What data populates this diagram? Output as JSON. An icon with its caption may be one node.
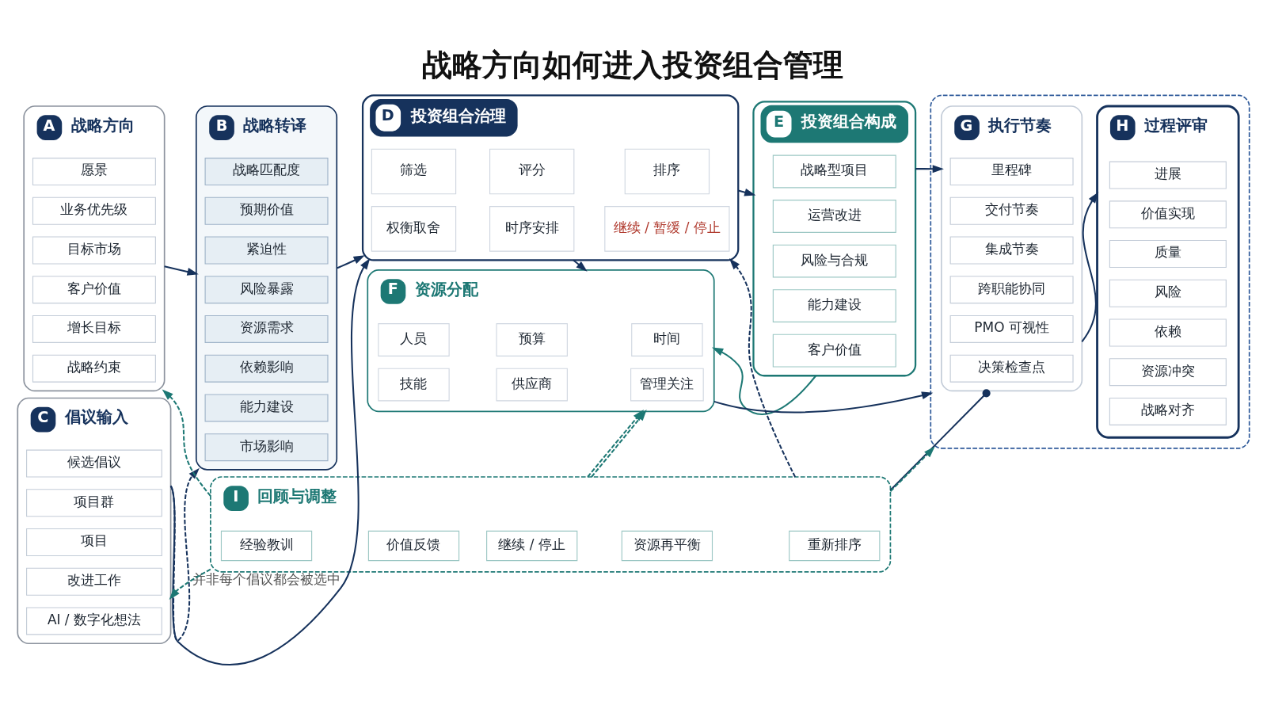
{
  "diagram": {
    "title": "战略方向如何进入投资组合管理",
    "nodes": [
      {
        "text": [
          "A",
          "战略方向"
        ]
      },
      {
        "text": [
          "愿景"
        ],
        "in": 0
      },
      {
        "text": [
          "业务优先级"
        ],
        "in": 0
      },
      {
        "text": [
          "目标市场"
        ],
        "in": 0
      },
      {
        "text": [
          "客户价值"
        ],
        "in": 0
      },
      {
        "text": [
          "增长目标"
        ],
        "in": 0
      },
      {
        "text": [
          "战略约束"
        ],
        "in": 0
      },
      {
        "text": [
          "B",
          "战略转译"
        ]
      },
      {
        "text": [
          "战略匹配度"
        ],
        "in": 7
      },
      {
        "text": [
          "预期价值"
        ],
        "in": 7
      },
      {
        "text": [
          "紧迫性"
        ],
        "in": 7
      },
      {
        "text": [
          "风险暴露"
        ],
        "in": 7
      },
      {
        "text": [
          "资源需求"
        ],
        "in": 7
      },
      {
        "text": [
          "依赖影响"
        ],
        "in": 7
      },
      {
        "text": [
          "能力建设"
        ],
        "in": 7
      },
      {
        "text": [
          "市场影响"
        ],
        "in": 7
      },
      {
        "text": [
          "C",
          "倡议输入"
        ]
      },
      {
        "text": [
          "候选倡议"
        ],
        "in": 16
      },
      {
        "text": [
          "项目群"
        ],
        "in": 16
      },
      {
        "text": [
          "项目"
        ],
        "in": 16
      },
      {
        "text": [
          "改进工作"
        ],
        "in": 16
      },
      {
        "text": [
          "AI / 数字化想法"
        ],
        "in": 16
      },
      {
        "text": [
          "D",
          "投资组合治理"
        ]
      },
      {
        "text": [
          "筛选"
        ],
        "in": 22
      },
      {
        "text": [
          "评分"
        ],
        "in": 22
      },
      {
        "text": [
          "排序"
        ],
        "in": 22
      },
      {
        "text": [
          "权衡取舍"
        ],
        "in": 22
      },
      {
        "text": [
          "时序安排"
        ],
        "in": 22
      },
      {
        "text": [
          "继续 / 暂缓 / 停止"
        ],
        "in": 22
      },
      {
        "text": [
          "E",
          "投资组合构成"
        ]
      },
      {
        "text": [
          "战略型项目"
        ],
        "in": 29
      },
      {
        "text": [
          "运营改进"
        ],
        "in": 29
      },
      {
        "text": [
          "风险与合规"
        ],
        "in": 29
      },
      {
        "text": [
          "能力建设"
        ],
        "in": 29
      },
      {
        "text": [
          "客户价值"
        ],
        "in": 29
      },
      {
        "text": [
          "F",
          "资源分配"
        ]
      },
      {
        "text": [
          "人员"
        ],
        "in": 35
      },
      {
        "text": [
          "预算"
        ],
        "in": 35
      },
      {
        "text": [
          "时间"
        ],
        "in": 35
      },
      {
        "text": [
          "技能"
        ],
        "in": 35
      },
      {
        "text": [
          "供应商"
        ],
        "in": 35
      },
      {
        "text": [
          "管理关注"
        ],
        "in": 35
      },
      {
        "text": [],
        "shape": "box"
      },
      {
        "text": [
          "G",
          "执行节奏"
        ],
        "in": 42
      },
      {
        "text": [
          "里程碑"
        ],
        "in": 43
      },
      {
        "text": [
          "交付节奏"
        ],
        "in": 43
      },
      {
        "text": [
          "集成节奏"
        ],
        "in": 43
      },
      {
        "text": [
          "跨职能协同"
        ],
        "in": 43
      },
      {
        "text": [
          "PMO 可视性"
        ],
        "in": 43
      },
      {
        "text": [
          "决策检查点"
        ],
        "in": 43
      },
      {
        "text": [
          "H",
          "过程评审"
        ],
        "in": 42
      },
      {
        "text": [
          "进展"
        ],
        "in": 50
      },
      {
        "text": [
          "价值实现"
        ],
        "in": 50
      },
      {
        "text": [
          "质量"
        ],
        "in": 50
      },
      {
        "text": [
          "风险"
        ],
        "in": 50
      },
      {
        "text": [
          "依赖"
        ],
        "in": 50
      },
      {
        "text": [
          "资源冲突"
        ],
        "in": 50
      },
      {
        "text": [
          "战略对齐"
        ],
        "in": 50
      },
      {
        "text": [
          "I",
          "回顾与调整"
        ]
      },
      {
        "text": [
          "经验教训"
        ],
        "in": 58
      },
      {
        "text": [
          "价值反馈"
        ],
        "in": 58
      },
      {
        "text": [
          "继续 / 停止"
        ],
        "in": 58
      },
      {
        "text": [
          "资源再平衡"
        ],
        "in": 58
      },
      {
        "text": [
          "重新排序"
        ],
        "in": 58
      }
    ],
    "edges": [
      {
        "from": 0,
        "to": 7,
        "arrow": "to"
      },
      {
        "from": 7,
        "to": 22,
        "arrow": "to"
      },
      {
        "from": 16,
        "to": 7,
        "arrow": "to",
        "style": "dashed"
      },
      {
        "from": 16,
        "to": 22,
        "arrow": "to",
        "label": "并非每个倡议都会被选中"
      },
      {
        "from": 22,
        "to": 29,
        "arrow": "to"
      },
      {
        "from": 22,
        "to": 35,
        "arrow": "to"
      },
      {
        "from": 29,
        "to": 35,
        "arrow": "to",
        "color": "#1d7874"
      },
      {
        "from": 29,
        "to": 43,
        "arrow": "to"
      },
      {
        "from": 35,
        "to": 42,
        "arrow": "to"
      },
      {
        "from": 43,
        "to": 50,
        "arrow": "to"
      },
      {
        "from": 43,
        "to": 58,
        "arrow": "other"
      },
      {
        "from": 58,
        "to": 0,
        "arrow": "to",
        "style": "dashed",
        "color": "#1d7874"
      },
      {
        "from": 58,
        "to": 16,
        "arrow": "to",
        "style": "dashed",
        "color": "#1d7874"
      },
      {
        "from": 58,
        "to": 22,
        "arrow": "to",
        "style": "dashed"
      },
      {
        "from": 58,
        "to": 35,
        "arrow": "to",
        "style": "dashed",
        "color": "#1d7874"
      },
      {
        "from": 58,
        "to": 35,
        "arrow": "to",
        "style": "dashed",
        "color": "#1d7874"
      },
      {
        "from": 58,
        "to": 42,
        "arrow": "to",
        "style": "dashed",
        "color": "#1d7874"
      }
    ]
  }
}
